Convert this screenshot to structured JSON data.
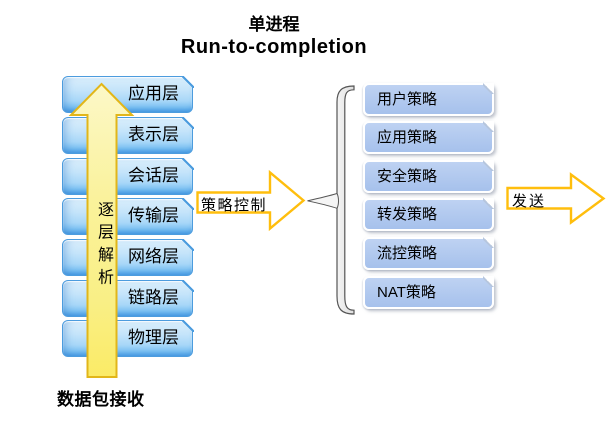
{
  "title": {
    "line1": "单进程",
    "line2": "Run-to-completion"
  },
  "left_stack": {
    "layers": [
      "应用层",
      "表示层",
      "会话层",
      "传输层",
      "网络层",
      "链路层",
      "物理层"
    ],
    "arrow_label": "逐层解析",
    "bottom_label": "数据包接收"
  },
  "flow": {
    "policy_control_label": "策略控制",
    "send_label": "发送"
  },
  "right_stack": {
    "policies": [
      "用户策略",
      "应用策略",
      "安全策略",
      "转发策略",
      "流控策略",
      "NAT策略"
    ]
  },
  "colors": {
    "layer_box_border": "#4C9CDE",
    "layer_box_fill_top": "#DCEFFC",
    "layer_box_fill_bottom": "#5AAEEF",
    "policy_box_fill": "#ACC5EE",
    "up_arrow_fill_top": "#FCF8C8",
    "up_arrow_fill_bottom": "#FBEB66",
    "up_arrow_border": "#E2B619",
    "flow_arrow_fill": "#FFFFFF",
    "flow_arrow_border": "#FFBE0D",
    "brace_fill": "#EDEDED",
    "brace_border": "#555555",
    "text": "#000000"
  }
}
